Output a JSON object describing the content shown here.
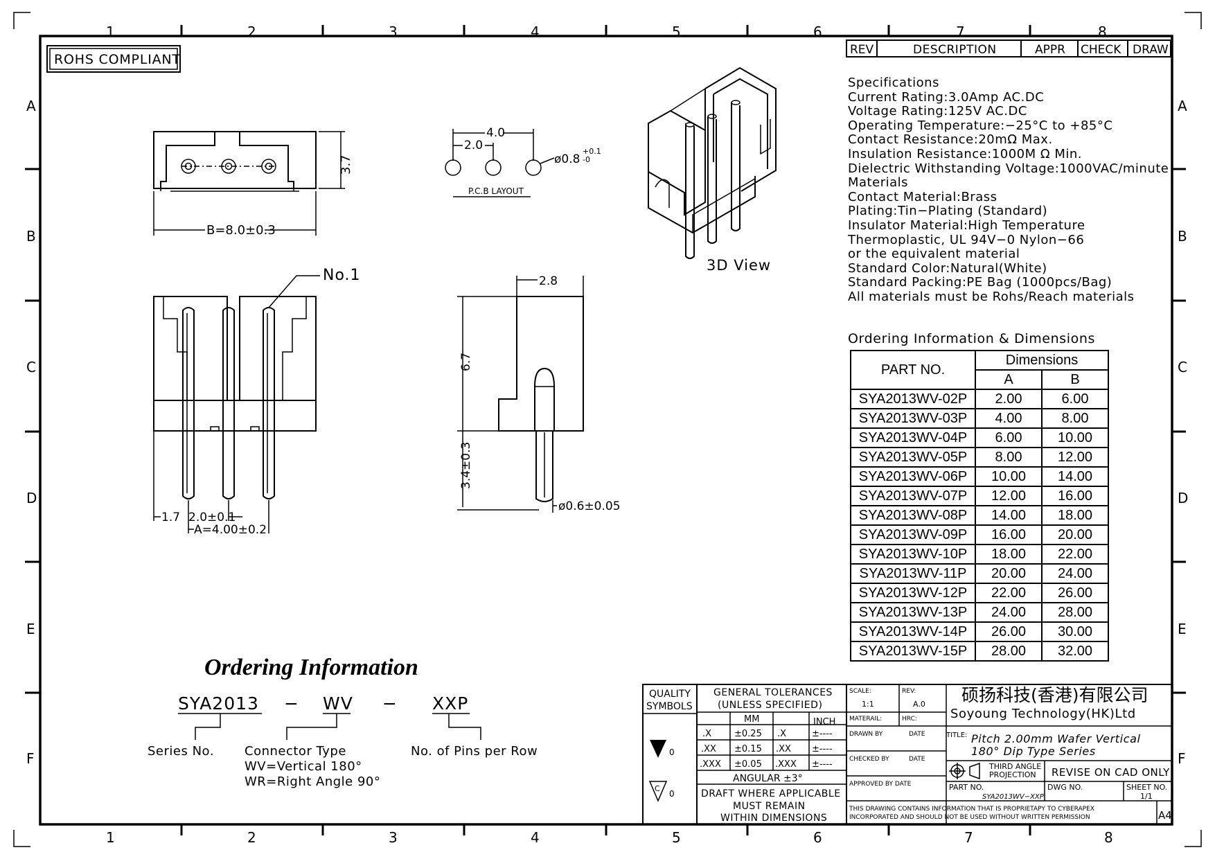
{
  "border": {
    "columns": [
      "1",
      "2",
      "3",
      "4",
      "5",
      "6",
      "7",
      "8"
    ],
    "rows": [
      "A",
      "B",
      "C",
      "D",
      "E",
      "F"
    ]
  },
  "rohs": "ROHS COMPLIANT",
  "revision_header": {
    "rev": "REV",
    "description": "DESCRIPTION",
    "appr": "APPR",
    "check": "CHECK",
    "draw": "DRAW"
  },
  "specs": {
    "lines": [
      "Specifications",
      "Current  Rating:3.0Amp  AC.DC",
      "Voltage  Rating:125V  AC.DC",
      "Operating  Temperature:−25°C  to  +85°C",
      "Contact  Resistance:20mΩ  Max.",
      "Insulation  Resistance:1000M Ω Min.",
      "Dielectric  Withstanding  Voltage:1000VAC/minute",
      "Materials",
      "Contact  Material:Brass",
      "Plating:Tin−Plating  (Standard)",
      "Insulator  Material:High  Temperature",
      "Thermoplastic,  UL  94V−0  Nylon−66",
      "or  the  equivalent  material",
      "Standard  Color:Natural(White)",
      "Standard  Packing:PE  Bag  (1000pcs/Bag)",
      "All  materials  must  be  Rohs/Reach  materials"
    ]
  },
  "ordering_dimensions_title": "Ordering  Information  &  Dimensions",
  "table": {
    "part_no_header": "PART NO.",
    "dimensions_header": "Dimensions",
    "col_a": "A",
    "col_b": "B",
    "rows": [
      {
        "part": "SYA2013WV-02P",
        "a": "2.00",
        "b": "6.00"
      },
      {
        "part": "SYA2013WV-03P",
        "a": "4.00",
        "b": "8.00"
      },
      {
        "part": "SYA2013WV-04P",
        "a": "6.00",
        "b": "10.00"
      },
      {
        "part": "SYA2013WV-05P",
        "a": "8.00",
        "b": "12.00"
      },
      {
        "part": "SYA2013WV-06P",
        "a": "10.00",
        "b": "14.00"
      },
      {
        "part": "SYA2013WV-07P",
        "a": "12.00",
        "b": "16.00"
      },
      {
        "part": "SYA2013WV-08P",
        "a": "14.00",
        "b": "18.00"
      },
      {
        "part": "SYA2013WV-09P",
        "a": "16.00",
        "b": "20.00"
      },
      {
        "part": "SYA2013WV-10P",
        "a": "18.00",
        "b": "22.00"
      },
      {
        "part": "SYA2013WV-11P",
        "a": "20.00",
        "b": "24.00"
      },
      {
        "part": "SYA2013WV-12P",
        "a": "22.00",
        "b": "26.00"
      },
      {
        "part": "SYA2013WV-13P",
        "a": "24.00",
        "b": "28.00"
      },
      {
        "part": "SYA2013WV-14P",
        "a": "26.00",
        "b": "30.00"
      },
      {
        "part": "SYA2013WV-15P",
        "a": "28.00",
        "b": "32.00"
      }
    ]
  },
  "top_view": {
    "height_dim": "3.7",
    "width_dim": "B=8.0±0.3"
  },
  "pcb": {
    "dim_4": "4.0",
    "dim_2": "2.0",
    "hole": "ø0.8",
    "tol_plus": "+0.1",
    "tol_minus": "-0",
    "label": "P.C.B  LAYOUT"
  },
  "view3d_label": "3D  View",
  "front": {
    "pin_label": "No.1",
    "dim_17": "1.7",
    "dim_20": "2.0±0.1",
    "dim_a": "A=4.00±0.2"
  },
  "side": {
    "dim_28": "2.8",
    "dim_67": "6.7",
    "dim_34": "3.4±0.3",
    "dim_pin": "ø0.6±0.05"
  },
  "ordering": {
    "title": "Ordering Information",
    "code_series": "SYA2013",
    "code_dash": "−",
    "code_type": "WV",
    "code_pins": "XXP",
    "series_label": "Series No.",
    "type_label": "Connector  Type",
    "wv_label": "WV=Vertical  180°",
    "wr_label": "WR=Right  Angle  90°",
    "pins_label": "No.  of  Pins  per  Row"
  },
  "titleblock": {
    "quality": "QUALITY",
    "symbols": "SYMBOLS",
    "gen_tol": "GENERAL  TOLERANCES",
    "unless": "(UNLESS  SPECIFIED)",
    "mm": "MM",
    "inch": "INCH",
    "x": ".X",
    "x_mm": "±0.25",
    "x_in": "±----",
    "xx": ".XX",
    "xx_mm": "±0.15",
    "xx_in": "±----",
    "xxx": ".XXX",
    "xxx_mm": "±0.05",
    "xxx_in": "±----",
    "angular": "ANGULAR  ±3°",
    "draft1": "DRAFT  WHERE  APPLICABLE",
    "draft2": "MUST  REMAIN",
    "draft3": "WITHIN  DIMENSIONS",
    "sym_val1": "0",
    "sym_val2": "0",
    "sym_c": "C",
    "scale_label": "SCALE:",
    "scale_val": "1:1",
    "rev_label": "REV:",
    "rev_val": "A.0",
    "material_label": "MATERAIL:",
    "hrc_label": "HRC:",
    "drawn_label": "DRAWN  BY",
    "date1": "DATE",
    "checked_label": "CHECKED  BY",
    "date2": "DATE",
    "approved_label": "APPROVED  BY  DATE",
    "company_cn": "硕扬科技(香港)有限公司",
    "company_en": "Soyoung  Technology(HK)Ltd",
    "title_label": "TITLE:",
    "title1": "Pitch  2.00mm  Wafer  Vertical",
    "title2": "180°  Dip  Type  Series",
    "third1": "THIRD  ANGLE",
    "third2": "PROJECTION",
    "revise": "REVISE  ON  CAD  ONLY",
    "part_no_label": "PART  NO.",
    "part_no_val": "SYA2013WV−XXP",
    "dwg_label": "DWG  NO.",
    "sheet_label": "SHEET  NO.",
    "sheet_val": "1/1",
    "notice1": "THIS  DRAWING  CONTAINS  INFORMATION  THAT  IS  PROPRIETAPY  TO  CYBERAPEX",
    "notice2": "INCORPORATED  AND  SHOULD  NOT  BE  USED  WITHOUT  WRITTEN  PERMISSION",
    "size": "A4"
  }
}
